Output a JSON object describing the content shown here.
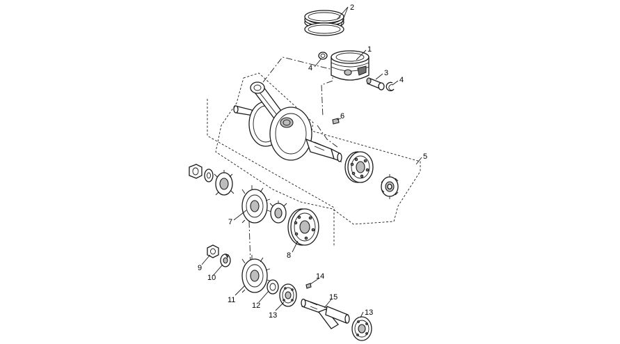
{
  "diagram": {
    "callouts": [
      {
        "id": "c1",
        "text": "1"
      },
      {
        "id": "c2",
        "text": "2"
      },
      {
        "id": "c3",
        "text": "3"
      },
      {
        "id": "c4a",
        "text": "4"
      },
      {
        "id": "c4b",
        "text": "4"
      },
      {
        "id": "c5",
        "text": "5"
      },
      {
        "id": "c6",
        "text": "6"
      },
      {
        "id": "c7",
        "text": "7"
      },
      {
        "id": "c8",
        "text": "8"
      },
      {
        "id": "c9",
        "text": "9"
      },
      {
        "id": "c10",
        "text": "10"
      },
      {
        "id": "c11",
        "text": "11"
      },
      {
        "id": "c12",
        "text": "12"
      },
      {
        "id": "c13a",
        "text": "13"
      },
      {
        "id": "c13b",
        "text": "13"
      },
      {
        "id": "c14",
        "text": "14"
      },
      {
        "id": "c15",
        "text": "15"
      }
    ]
  }
}
